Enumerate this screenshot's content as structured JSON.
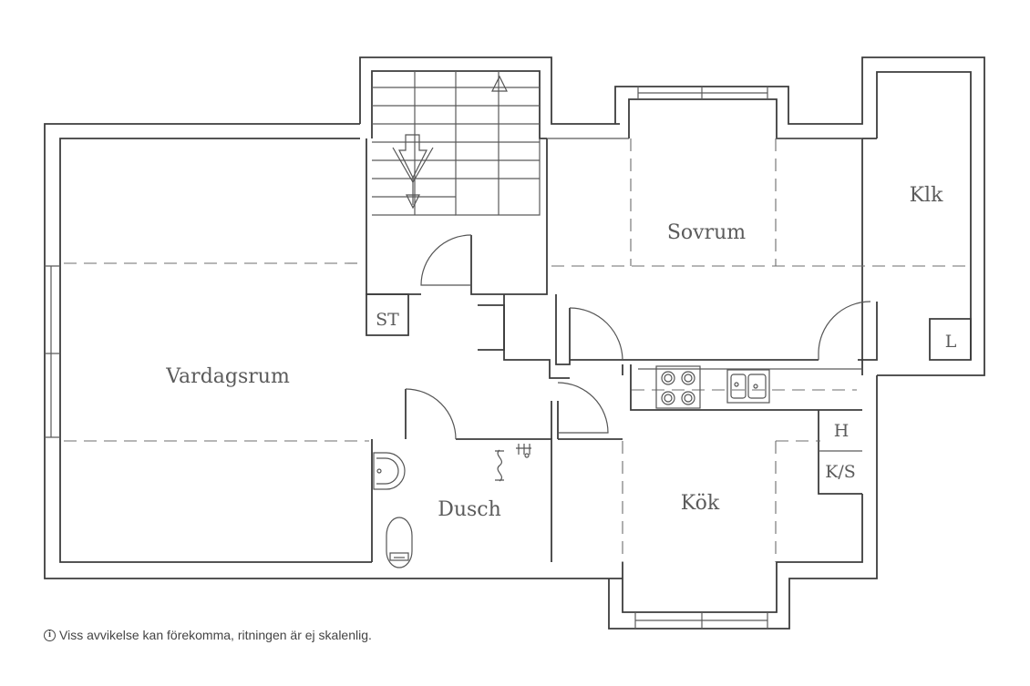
{
  "rooms": {
    "vardagsrum": "Vardagsrum",
    "sovrum": "Sovrum",
    "klk": "Klk",
    "kok": "Kök",
    "dusch": "Dusch"
  },
  "fixtures": {
    "st": "ST",
    "l": "L",
    "h": "H",
    "ks": "K/S"
  },
  "footer": {
    "icon": "info-icon",
    "icon_glyph": "i",
    "disclaimer": "Viss avvikelse kan förekomma, ritningen är ej skalenlig."
  }
}
